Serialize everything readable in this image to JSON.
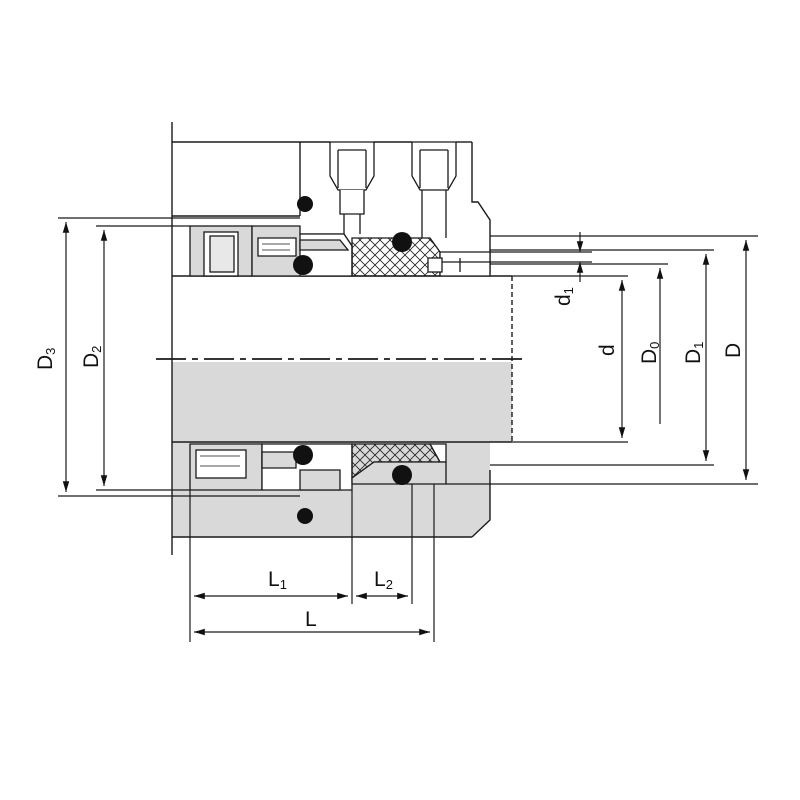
{
  "labels": {
    "D3": {
      "main": "D",
      "sub": "3"
    },
    "D2": {
      "main": "D",
      "sub": "2"
    },
    "d1": {
      "main": "d",
      "sub": "1"
    },
    "d": {
      "main": "d",
      "sub": ""
    },
    "D0": {
      "main": "D",
      "sub": "0"
    },
    "D1": {
      "main": "D",
      "sub": "1"
    },
    "D": {
      "main": "D",
      "sub": ""
    },
    "L1": {
      "main": "L",
      "sub": "1"
    },
    "L2": {
      "main": "L",
      "sub": "2"
    },
    "L": {
      "main": "L",
      "sub": ""
    }
  },
  "colors": {
    "line": "#1a1a1a",
    "fill_gray": "#d9d9d9",
    "ring": "#111111",
    "background": "#ffffff"
  }
}
